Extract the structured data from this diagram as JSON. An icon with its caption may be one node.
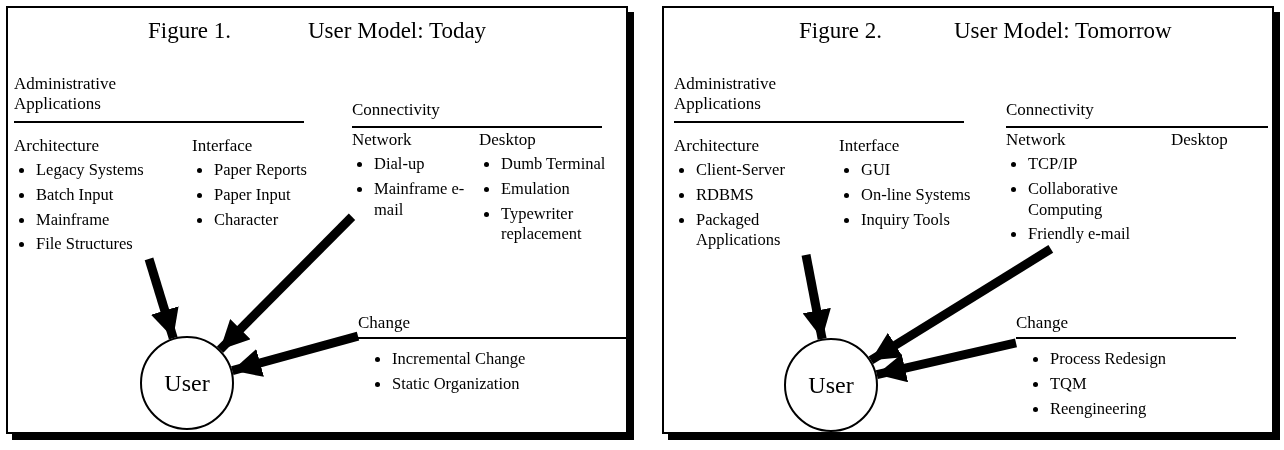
{
  "diagram": {
    "nodes": [
      {
        "text": [
          "Figure 1.",
          "User Model: Today"
        ]
      },
      {
        "text": [
          "Administrative Applications"
        ],
        "in": 0
      },
      {
        "text": [
          "Architecture",
          "Legacy Systems",
          "Batch Input",
          "Mainframe",
          "File Structures"
        ],
        "in": 0
      },
      {
        "text": [
          "Interface",
          "Paper Reports",
          "Paper Input",
          "Character"
        ],
        "in": 0
      },
      {
        "text": [
          "Connectivity"
        ],
        "in": 0
      },
      {
        "text": [
          "Network",
          "Dial-up",
          "Mainframe e-mail"
        ],
        "in": 0
      },
      {
        "text": [
          "Desktop",
          "Dumb Terminal",
          "Emulation",
          "Typewriter replacement"
        ],
        "in": 0
      },
      {
        "text": [
          "Change",
          "Incremental Change",
          "Static Organization"
        ],
        "in": 0
      },
      {
        "text": [
          "User"
        ],
        "in": 0
      },
      {
        "text": [
          "Figure 2.",
          "User Model: Tomorrow"
        ]
      },
      {
        "text": [
          "Administrative Applications"
        ],
        "in": 9
      },
      {
        "text": [
          "Architecture",
          "Client-Server",
          "RDBMS",
          "Packaged Applications"
        ],
        "in": 9
      },
      {
        "text": [
          "Interface",
          "GUI",
          "On-line Systems",
          "Inquiry Tools"
        ],
        "in": 9
      },
      {
        "text": [
          "Connectivity"
        ],
        "in": 9
      },
      {
        "text": [
          "Network",
          "TCP/IP",
          "Collaborative Computing",
          "Friendly e-mail"
        ],
        "in": 9
      },
      {
        "text": [
          "Desktop"
        ],
        "in": 9
      },
      {
        "text": [
          "Change",
          "Process Redesign",
          "TQM",
          "Reengineering"
        ],
        "in": 9
      },
      {
        "text": [
          "User"
        ],
        "in": 9
      }
    ],
    "edges": [
      {
        "from": 2,
        "to": 8,
        "arrow": "to"
      },
      {
        "from": 5,
        "to": 8,
        "arrow": "to"
      },
      {
        "from": 7,
        "to": 8,
        "arrow": "to"
      },
      {
        "from": 11,
        "to": 17,
        "arrow": "to"
      },
      {
        "from": 14,
        "to": 17,
        "arrow": "to"
      },
      {
        "from": 16,
        "to": 17,
        "arrow": "to"
      }
    ]
  }
}
